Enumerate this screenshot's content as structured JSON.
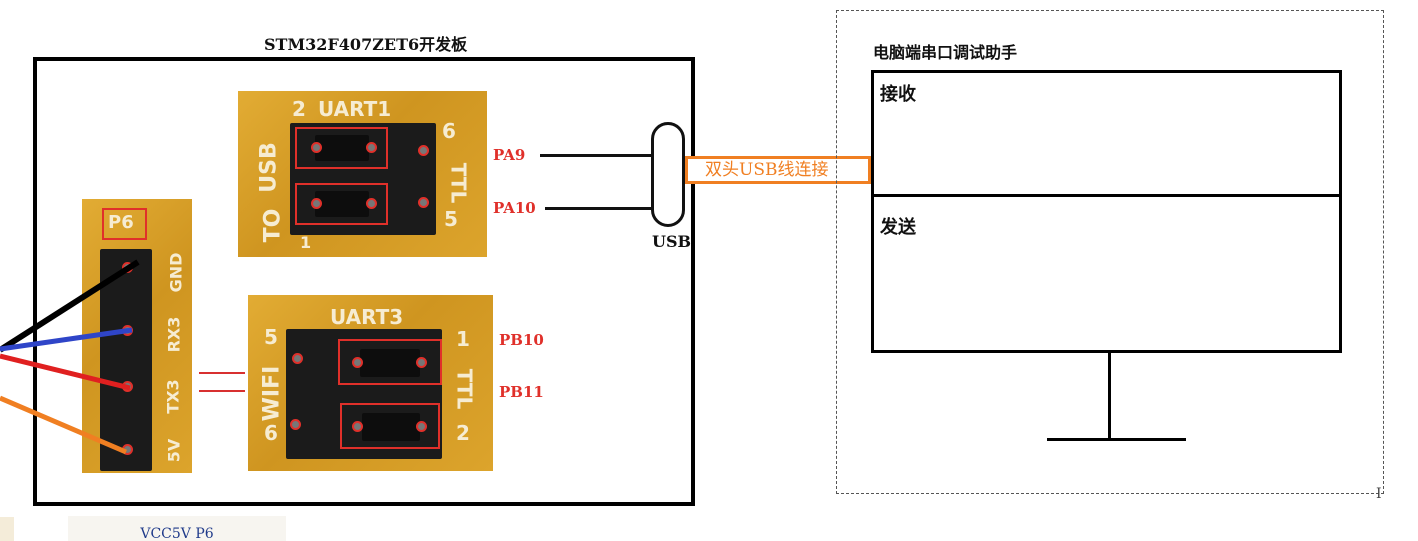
{
  "board": {
    "title": "STM32F407ZET6开发板",
    "uart1": {
      "heading": "UART1",
      "left_text": "USB",
      "left_text2": "TO",
      "right_text": "TTL",
      "num_tl": "2",
      "num_bl": "1",
      "num_tr": "6",
      "num_br": "5",
      "pins": [
        "PA9",
        "PA10"
      ]
    },
    "uart3": {
      "heading": "UART3",
      "left_text": "WIFI",
      "right_text": "TTL",
      "num_tl": "5",
      "num_bl": "6",
      "num_tr": "1",
      "num_br": "2",
      "pins": [
        "PB10",
        "PB11"
      ]
    },
    "p6": {
      "label": "P6",
      "pin_labels": [
        "GND",
        "RX3",
        "TX3",
        "5V"
      ]
    },
    "wire_colors": {
      "gnd": "#000000",
      "rx3": "#2f45c8",
      "tx3": "#e02020",
      "v5": "#f07f22"
    }
  },
  "usb": {
    "label": "USB",
    "cable_label": "双头USB线连接",
    "cable_color": "#f07f22"
  },
  "pc": {
    "title": "电脑端串口调试助手",
    "receive_label": "接收",
    "send_label": "发送"
  },
  "footer": {
    "text": "VCC5V  P6"
  },
  "colors": {
    "pcb": "#d9a126",
    "highlight": "#e0302a"
  }
}
